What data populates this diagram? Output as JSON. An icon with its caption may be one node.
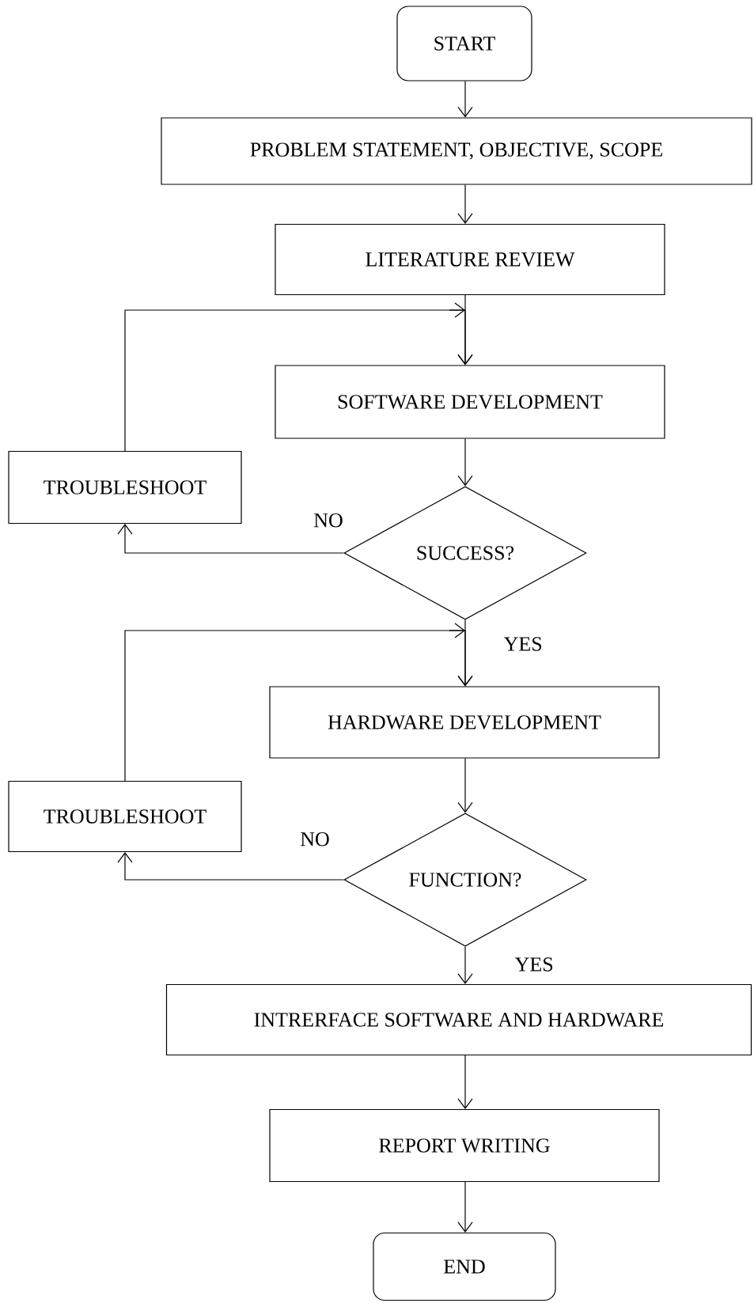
{
  "diagram": {
    "nodes": [
      {
        "text": [
          "START"
        ]
      },
      {
        "text": [
          "PROBLEM STATEMENT, OBJECTIVE, SCOPE"
        ]
      },
      {
        "text": [
          "LITERATURE REVIEW"
        ]
      },
      {
        "text": [
          "SOFTWARE DEVELOPMENT"
        ]
      },
      {
        "text": [
          "TROUBLESHOOT"
        ]
      },
      {
        "text": [
          "SUCCESS?"
        ]
      },
      {
        "text": [
          "HARDWARE DEVELOPMENT"
        ]
      },
      {
        "text": [
          "TROUBLESHOOT"
        ]
      },
      {
        "text": [
          "FUNCTION?"
        ]
      },
      {
        "text": [
          "INTRERFACE SOFTWARE AND HARDWARE"
        ]
      },
      {
        "text": [
          "REPORT WRITING"
        ]
      },
      {
        "text": [
          "END"
        ]
      }
    ],
    "edges": [
      {
        "from": 0,
        "to": 1,
        "arrow": "to"
      },
      {
        "from": 1,
        "to": 2,
        "arrow": "to"
      },
      {
        "from": 2,
        "to": 3,
        "arrow": "to"
      },
      {
        "from": 3,
        "to": 5,
        "arrow": "to"
      },
      {
        "from": 5,
        "to": 4,
        "label": "NO",
        "arrow": "to"
      },
      {
        "from": 4,
        "to": 3,
        "arrow": "to"
      },
      {
        "from": 5,
        "to": 6,
        "label": "YES",
        "arrow": "to"
      },
      {
        "from": 6,
        "to": 8,
        "arrow": "to"
      },
      {
        "from": 8,
        "to": 7,
        "label": "NO",
        "arrow": "to"
      },
      {
        "from": 7,
        "to": 6,
        "arrow": "to"
      },
      {
        "from": 8,
        "to": 9,
        "label": "YES",
        "arrow": "to"
      },
      {
        "from": 9,
        "to": 10,
        "arrow": "to"
      },
      {
        "from": 10,
        "to": 11,
        "arrow": "to"
      }
    ]
  }
}
